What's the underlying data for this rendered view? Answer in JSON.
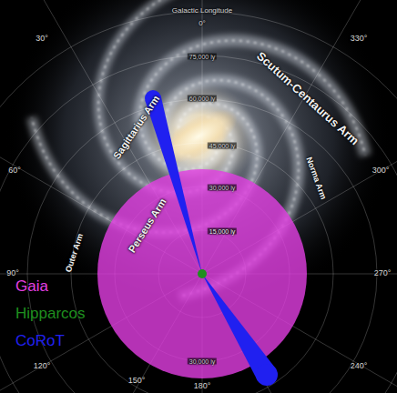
{
  "diagram": {
    "labels": [
      "Galactic Longitude",
      "0°",
      "30°",
      "60°",
      "90°",
      "120°",
      "150°",
      "180°",
      "240°",
      "270°",
      "300°",
      "330°",
      "75,000 ly",
      "60,000 ly",
      "45,000 ly",
      "30,000 ly",
      "15,000 ly",
      "30,000 ly",
      "Scutum-Centaurus Arm",
      "Norma Arm",
      "Sagittarius Arm",
      "Perseus Arm",
      "Outer Arm"
    ],
    "legend": [
      {
        "text": "Gaia",
        "color": "#e23fe2"
      },
      {
        "text": "Hipparcos",
        "color": "#1f8f1f"
      },
      {
        "text": "CoRoT",
        "color": "#2020f0"
      }
    ]
  }
}
